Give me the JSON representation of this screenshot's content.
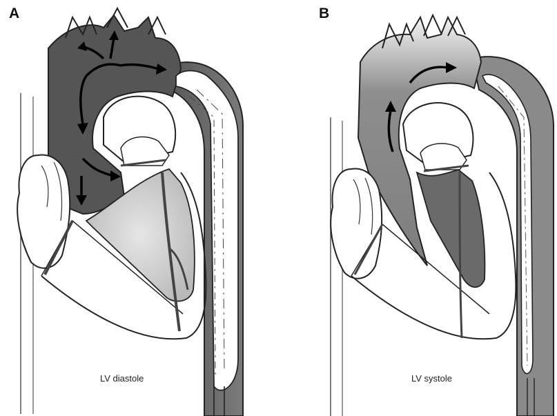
{
  "panels": [
    {
      "label": "A",
      "caption": "LV diastole"
    },
    {
      "label": "B",
      "caption": "LV systole"
    }
  ]
}
